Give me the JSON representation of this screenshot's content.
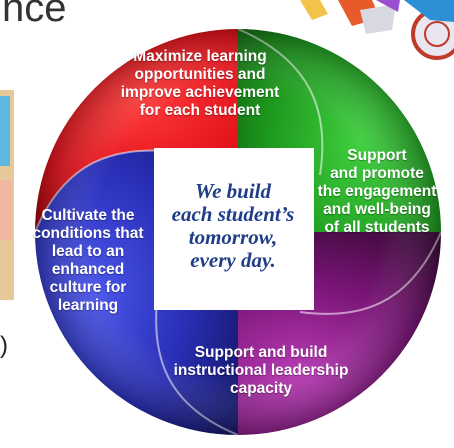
{
  "title_fragment": "nce",
  "edge_fragment": ")",
  "center_message": {
    "line1": "We build",
    "line2": "each student’s",
    "line3": "tomorrow,",
    "line4": "every day."
  },
  "segments": [
    {
      "id": "red",
      "color": "#e0101a",
      "lines": [
        "Maximize learning",
        "opportunities and",
        "improve achievement",
        "for each student"
      ]
    },
    {
      "id": "green",
      "color": "#1e9a1e",
      "lines": [
        "Support",
        "and promote",
        "the engagement",
        "and well-being",
        "of all students"
      ]
    },
    {
      "id": "blue",
      "color": "#2a2fb8",
      "lines": [
        "Cultivate the",
        "conditions that",
        "lead to an",
        "enhanced",
        "culture for",
        "learning"
      ]
    },
    {
      "id": "purple",
      "color": "#7a1577",
      "lines": [
        "Support and build",
        "instructional leadership",
        "capacity"
      ]
    }
  ],
  "colors": {
    "red": "#e0101a",
    "green": "#1e9a1e",
    "blue": "#2a2fb8",
    "purple": "#7a1577",
    "center_text": "#1f3e87",
    "title_text": "#333333"
  },
  "icons": [
    "people-illustration-icon",
    "wheelchair-illustration-icon",
    "photo-fragment-icon"
  ]
}
